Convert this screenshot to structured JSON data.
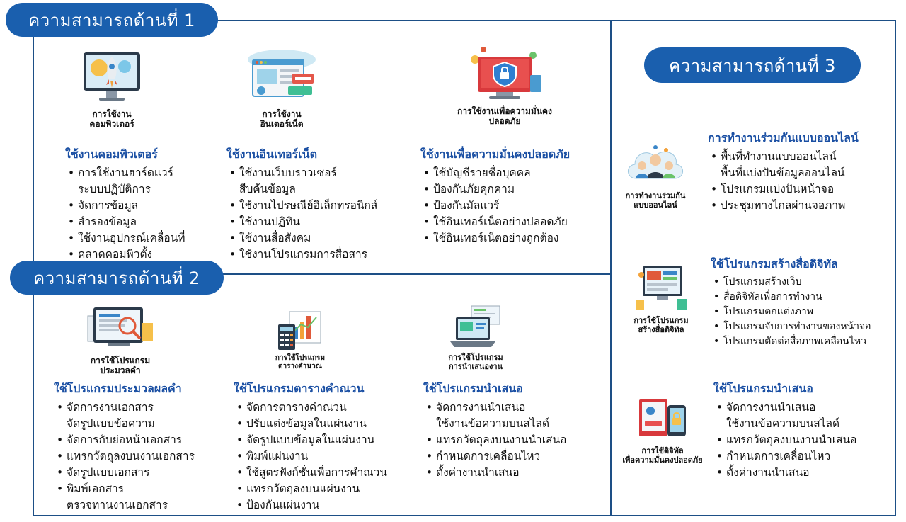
{
  "headers": {
    "h1": "ความสามารถด้านที่ 1",
    "h2": "ความสามารถด้านที่ 2",
    "h3": "ความสามารถด้านที่ 3"
  },
  "colors": {
    "frame": "#1d4f86",
    "pill": "#1a5fae",
    "heading": "#1a4fa3"
  },
  "icons": {
    "computer": {
      "icon": "computer-rocket-icon",
      "caption": "การใช้งาน\nคอมพิวเตอร์"
    },
    "internet": {
      "icon": "browser-window-icon",
      "caption": "การใช้งาน\nอินเตอร์เน็ต"
    },
    "security": {
      "icon": "shield-lock-icon",
      "caption": "การใช้งานเพื่อความมั่นคง\nปลอดภัย"
    },
    "wordproc": {
      "icon": "document-magnifier-icon",
      "caption": "การใช้โปรแกรม\nประมวลคำ"
    },
    "spreadsheet": {
      "icon": "calculator-chart-icon",
      "caption": "การใช้โปรแกรม\nตารางคำนวณ"
    },
    "presentation": {
      "icon": "laptop-slides-icon",
      "caption": "การใช้โปรแกรม\nการนำเสนองาน"
    },
    "collab": {
      "icon": "cloud-team-icon",
      "caption": "การทำงานร่วมกัน\nแบบออนไลน์"
    },
    "media": {
      "icon": "monitor-media-icon",
      "caption": "การใช้โปรแกรม\nสร้างสื่อดิจิทัล"
    },
    "digsec": {
      "icon": "phone-lock-icon",
      "caption": "การใช้ดิจิทัล\nเพื่อความมั่นคงปลอดภัย"
    }
  },
  "sections": {
    "computer": {
      "title": "ใช้งานคอมพิวเตอร์",
      "items": [
        "การใช้งานฮาร์ดแวร์",
        "ระบบปฏิบัติการ",
        "จัดการข้อมูล",
        "สำรองข้อมูล",
        "ใช้งานอุปกรณ์เคลื่อนที่",
        "คลาดคอมพิวตั้ง"
      ]
    },
    "internet": {
      "title": "ใช้งานอินเทอร์เน็ต",
      "items": [
        "ใช้งานเว็บบราวเซอร์",
        "สืบค้นข้อมูล",
        "ใช้งานไปรษณีย์อิเล็กทรอนิกส์",
        "ใช้งานปฏิทิน",
        "ใช้งานสื่อสังคม",
        "ใช้งานโปรแกรมการสื่อสาร"
      ]
    },
    "security": {
      "title": "ใช้งานเพื่อความมั่นคงปลอดภัย",
      "items": [
        "ใช้บัญชีรายชื่อบุคคล",
        "ป้องกันภัยคุกคาม",
        "ป้องกันมัลแวร์",
        "ใช้อินเทอร์เน็ตอย่างปลอดภัย",
        "ใช้อินเทอร์เน็ตอย่างถูกต้อง"
      ]
    },
    "wordproc": {
      "title": "ใช้โปรแกรมประมวลผลคำ",
      "items": [
        "จัดการงานเอกสาร",
        "จัดรูปแบบข้อความ",
        "จัดการกับย่อหน้าเอกสาร",
        "แทรกวัตถุลงบนงานเอกสาร",
        "จัดรูปแบบเอกสาร",
        "พิมพ์เอกสาร",
        "ตรวจทานงานเอกสาร"
      ]
    },
    "spreadsheet": {
      "title": "ใช้โปรแกรมตารางคำณวน",
      "items": [
        "จัดการตารางคำณวน",
        "ปรับแต่งข้อมูลในแผ่นงาน",
        "จัดรูปแบบข้อมูลในแผ่นงาน",
        "พิมพ์แผ่นงาน",
        "ใช้สูตรฟังก์ชั่นเพื่อการคำณวน",
        "แทรกวัตถุลงบนแผ่นงาน",
        "ป้องกันแผ่นงาน"
      ]
    },
    "presentation": {
      "title": "ใช้โปรแกรมนำเสนอ",
      "items": [
        "จัดการงานนำเสนอ",
        "ใช้งานข้อความบนสไลด์",
        "แทรกวัตถุลงบนงานนำเสนอ",
        "กำหนดการเคลื่อนไหว",
        "ตั้งค่างานนำเสนอ"
      ]
    },
    "collab": {
      "title": "การทำงานร่วมกันแบบออนไลน์",
      "items": [
        "พื้นที่ทำงานแบบออนไลน์",
        "พื้นที่แบ่งปันข้อมูลออนไลน์",
        "โปรแกรมแบ่งปันหน้าจอ",
        "ประชุมทางไกลผ่านจอภาพ"
      ]
    },
    "media": {
      "title": "ใช้โปรแกรมสร้างสื่อดิจิทัล",
      "items": [
        "โปรแกรมสร้างเว็บ",
        "สื่อดิจิทัลเพื่อการทำงาน",
        "โปรแกรมตกแต่งภาพ",
        "โปรแกรมจับการทำงานของหน้าจอ",
        "โปรแกรมตัดต่อสื่อภาพเคลื่อนไหว"
      ]
    },
    "digsec": {
      "title": "ใช้โปรแกรมนำเสนอ",
      "items": [
        "จัดการงานนำเสนอ",
        "ใช้งานข้อความบนสไลด์",
        "แทรกวัตถุลงบนงานนำเสนอ",
        "กำหนดการเคลื่อนไหว",
        "ตั้งค่างานนำเสนอ"
      ]
    }
  }
}
